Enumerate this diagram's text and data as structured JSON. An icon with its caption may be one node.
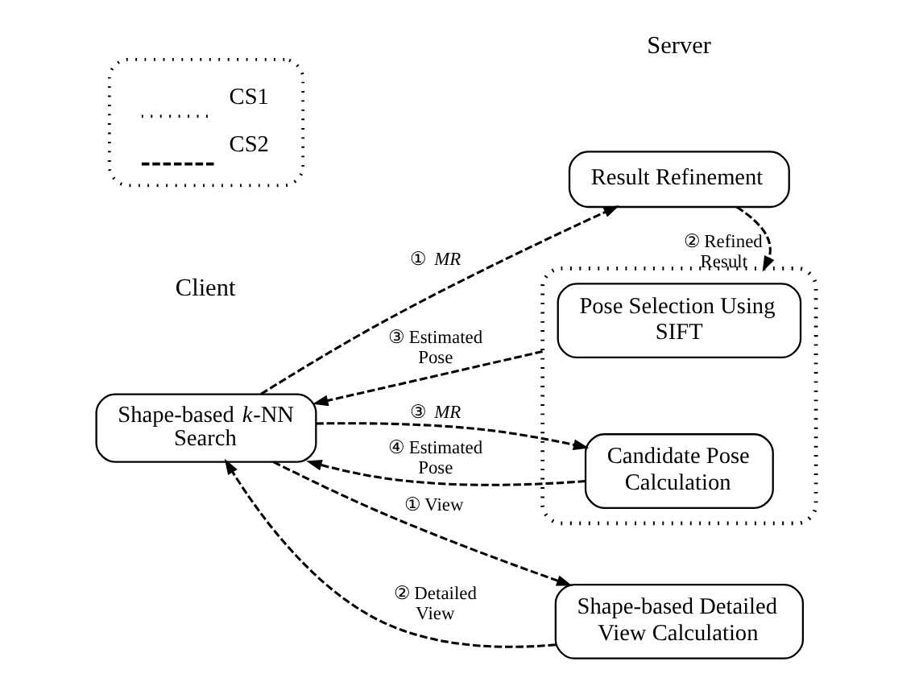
{
  "diagram": {
    "nodes": [
      {
        "text": [
          "Shape-based *k*-NN Search"
        ]
      },
      {
        "text": [
          "Result Refinement"
        ]
      },
      {
        "text": [],
        "shape": "box"
      },
      {
        "text": [
          "Pose Selection Using SIFT"
        ],
        "in": 2
      },
      {
        "text": [
          "Candidate Pose Calculation"
        ],
        "in": 2
      },
      {
        "text": [
          "Shape-based Detailed View Calculation"
        ]
      }
    ],
    "edges": [
      {
        "from": 0,
        "to": 1,
        "arrow": "to",
        "label": "① *MR*",
        "style": "dashed"
      },
      {
        "from": 1,
        "to": 2,
        "arrow": "to",
        "label": "② Refined Result",
        "style": "dashed"
      },
      {
        "from": 2,
        "to": 0,
        "arrow": "to",
        "label": "③ Estimated Pose",
        "style": "dashed"
      },
      {
        "from": 0,
        "to": 4,
        "arrow": "to",
        "label": "③ *MR*",
        "style": "dashed"
      },
      {
        "from": 4,
        "to": 0,
        "arrow": "to",
        "label": "④ Estimated Pose",
        "style": "dashed"
      },
      {
        "from": 5,
        "to": 0,
        "arrow": "to",
        "label": "② Detailed View",
        "style": "dashed"
      },
      {
        "from": 0,
        "to": 5,
        "arrow": "to",
        "label": "① View",
        "style": "dashed"
      }
    ],
    "labels": [
      "Server",
      "Client"
    ],
    "legend": [
      {
        "text": "CS1"
      },
      {
        "text": "CS2"
      }
    ]
  }
}
